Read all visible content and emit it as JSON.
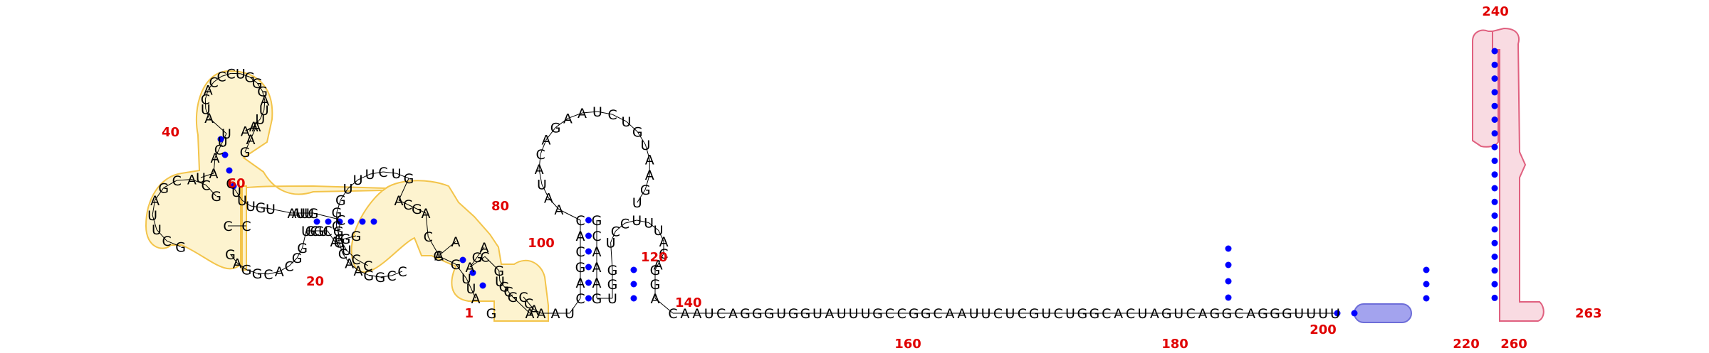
{
  "diagram": {
    "sequence": "GAGCGUGCAGAAACAGCAGUCUUUGGCGUCCGGACUGCGUGGCACGGAGCCGCACGAUUCGUAACUUAUCACCCUGGGAUUAAAAGCUUUGUAAUUUGCGGCAAGGCCCGUUACCAAAUCAGCACAAUACAGAAUCUGUAAGUGCAAAGUGGUCCUUUACAGGACAAUCAGGGUGGUAUUUGCCGGCAAUUCUCGUCUGGCACUAGUCAGGCAGGGUUUU",
    "colors": {
      "domain1_fill": "#fdf2cc",
      "domain1_stroke": "#f3c44a",
      "hairpin_fill": "#f9dbe2",
      "hairpin_stroke": "#e0607f",
      "motif_fill": "#a3a3ee",
      "motif_stroke": "#6d6dd8",
      "base_pair": "#0000ff",
      "label": "#e00000",
      "letter": "#000000"
    },
    "position_labels": [
      {
        "text": "1"
      },
      {
        "text": "20"
      },
      {
        "text": "40"
      },
      {
        "text": "60"
      },
      {
        "text": "80"
      },
      {
        "text": "100"
      },
      {
        "text": "120"
      },
      {
        "text": "140"
      },
      {
        "text": "160"
      },
      {
        "text": "180"
      },
      {
        "text": "200"
      },
      {
        "text": "220"
      },
      {
        "text": "240"
      },
      {
        "text": "260"
      },
      {
        "text": "263"
      }
    ]
  }
}
